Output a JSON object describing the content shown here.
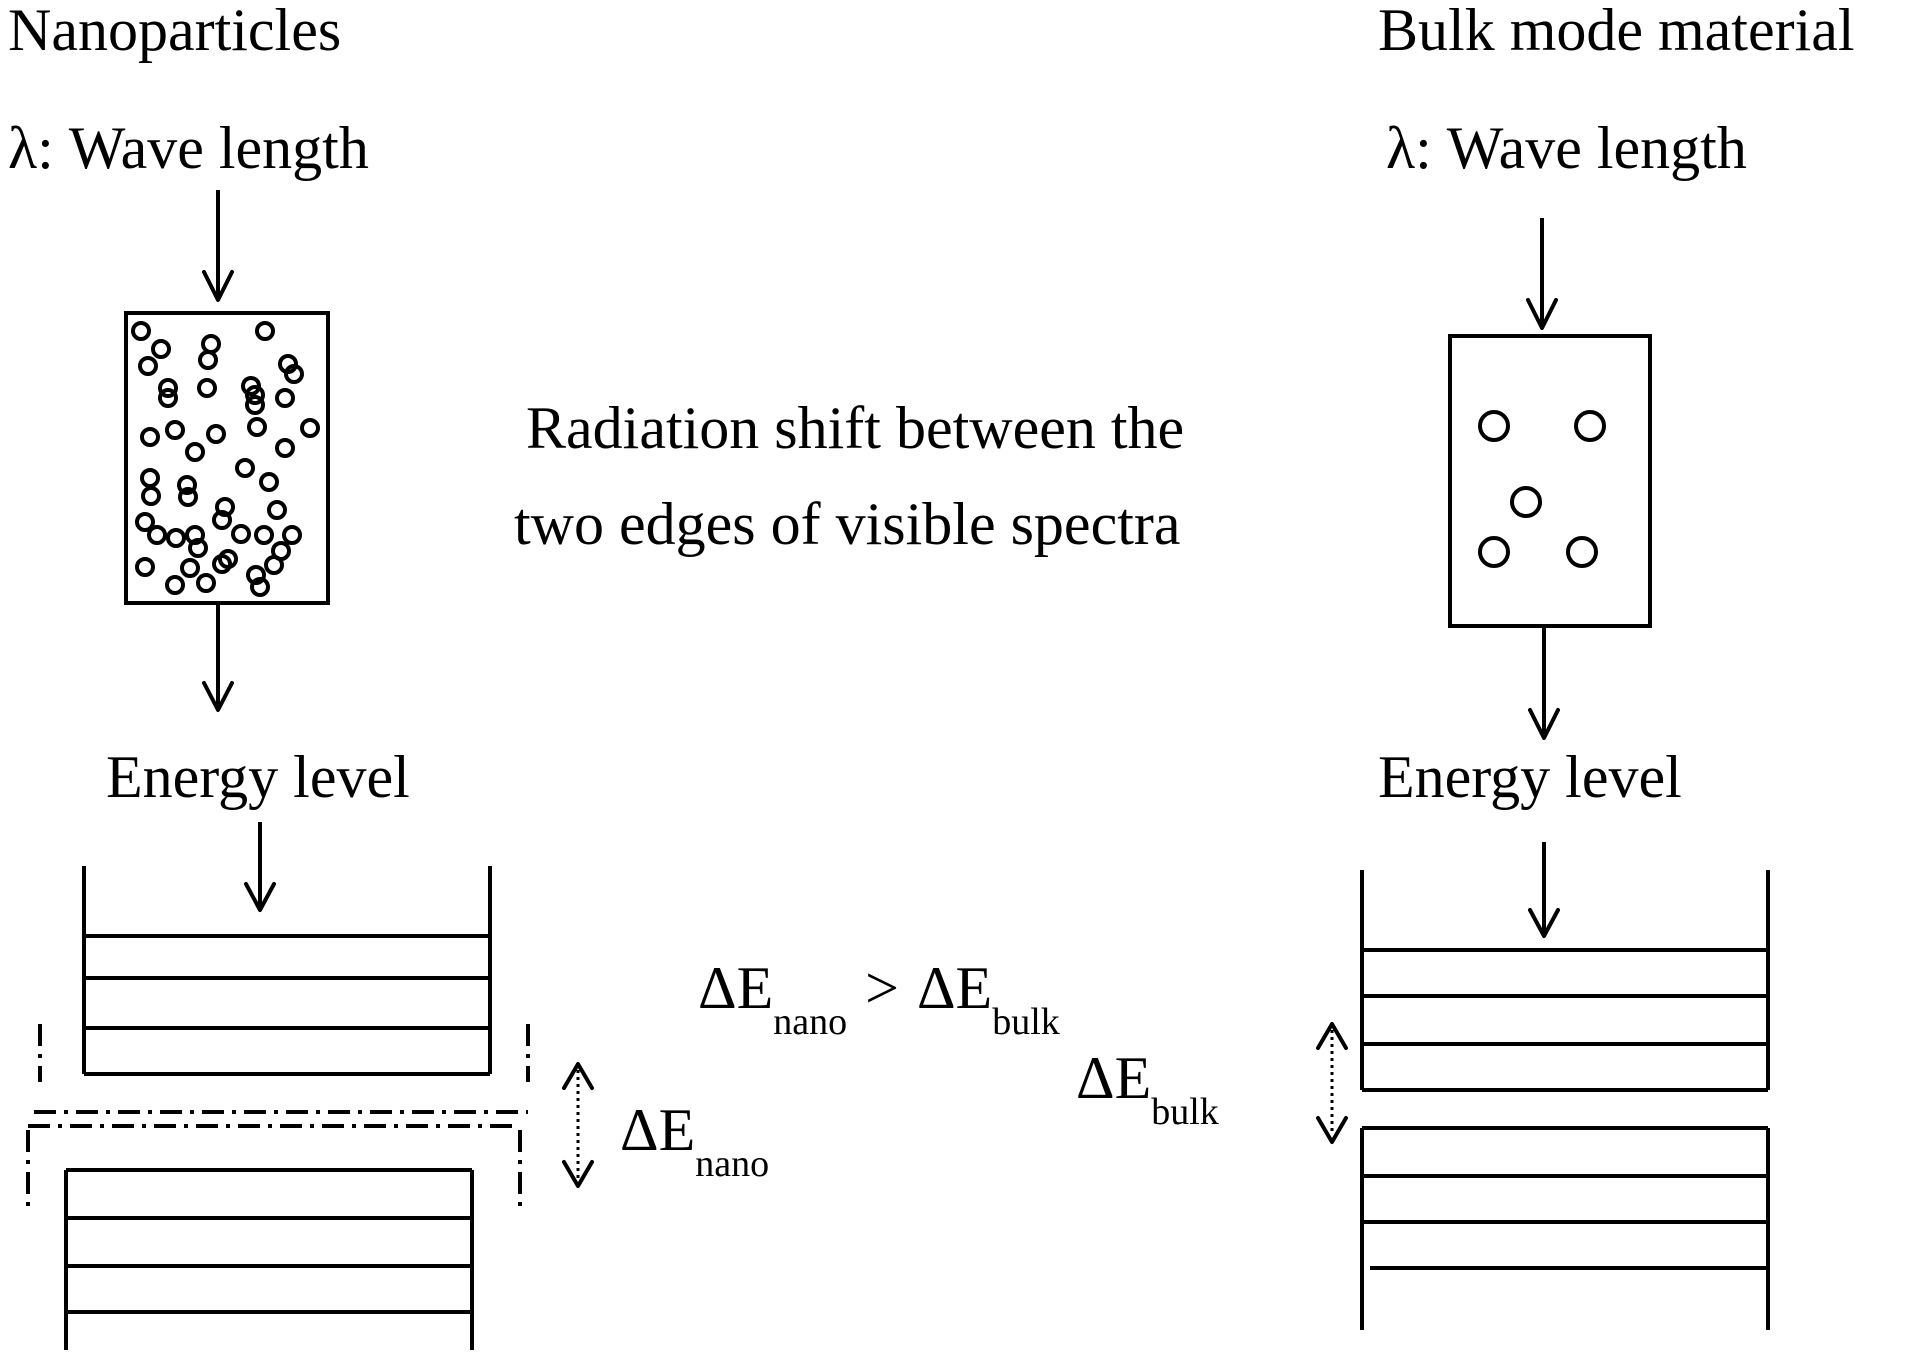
{
  "left": {
    "title": "Nanoparticles",
    "wavelength_label": "λ: Wave length",
    "energy_label": "Energy level",
    "gap_symbol": "ΔE",
    "gap_subscript": "nano"
  },
  "right": {
    "title": "Bulk mode material",
    "wavelength_label": "λ: Wave length",
    "energy_label": "Energy level",
    "gap_symbol": "ΔE",
    "gap_subscript": "bulk"
  },
  "center": {
    "caption_line1": "Radiation shift between the",
    "caption_line2": "two edges of visible spectra",
    "comparison": {
      "lhs_symbol": "ΔE",
      "lhs_subscript": "nano",
      "operator": ">",
      "rhs_symbol": "ΔE",
      "rhs_subscript": "bulk"
    }
  }
}
